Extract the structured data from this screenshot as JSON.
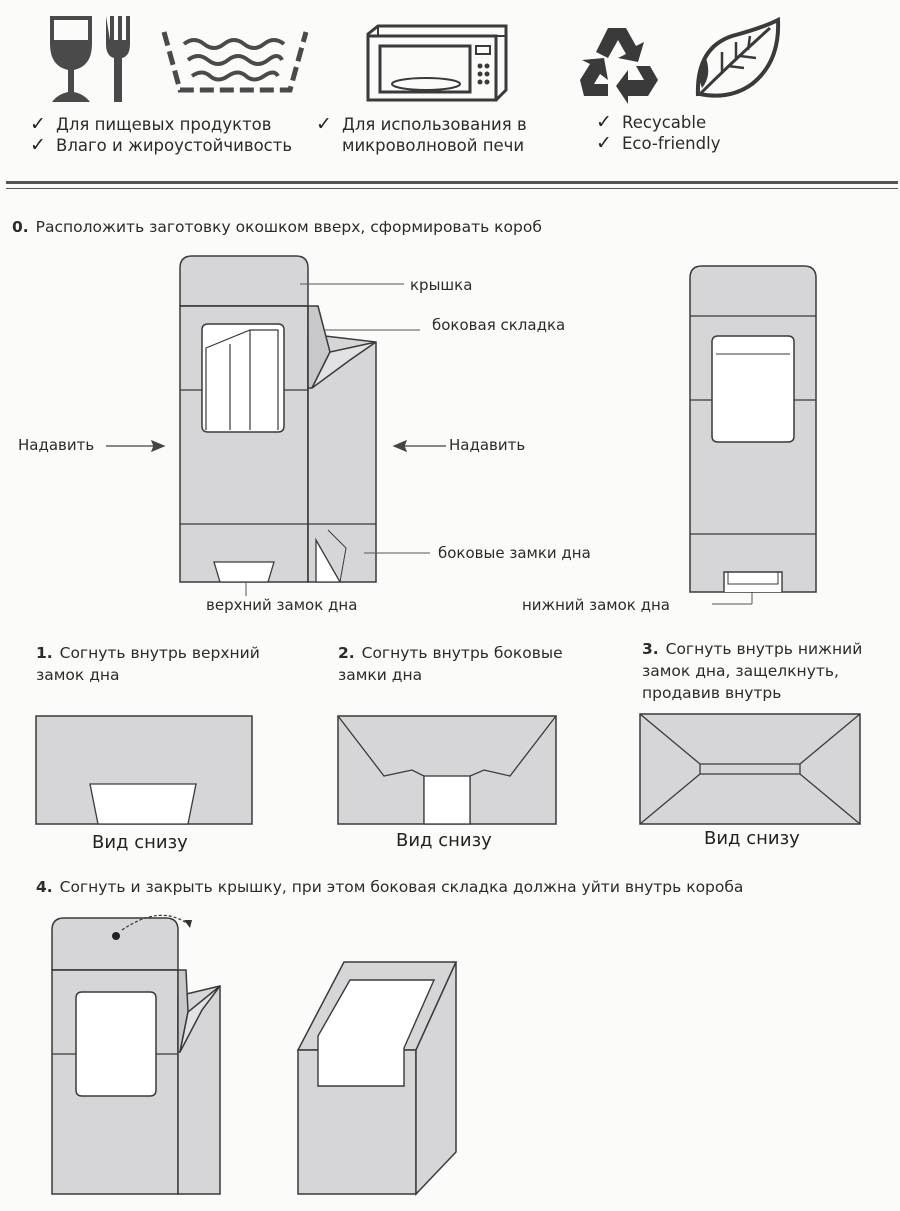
{
  "features": [
    {
      "lines": [
        "Для пищевых продуктов",
        "Влаго и жироустойчивость"
      ]
    },
    {
      "lines": [
        "Для использования в",
        "микроволновой печи"
      ]
    },
    {
      "lines": [
        "Recycable",
        "Eco-friendly"
      ]
    }
  ],
  "icons": [
    "food-safe-icon",
    "moisture-resistant-icon",
    "microwave-icon",
    "recycle-icon",
    "eco-leaf-icon"
  ],
  "steps": [
    {
      "num": "0.",
      "text": "Расположить заготовку окошком вверх, сформировать короб"
    },
    {
      "num": "1.",
      "text": "Согнуть внутрь верхний замок дна"
    },
    {
      "num": "2.",
      "text": "Согнуть внутрь боковые замки дна"
    },
    {
      "num": "3.",
      "text": "Согнуть внутрь нижний замок дна, защелкнуть, продавив внутрь"
    },
    {
      "num": "4.",
      "text": "Согнуть и закрыть крышку, при этом боковая складка должна уйти внутрь короба"
    }
  ],
  "labels": {
    "lid": "крышка",
    "side_fold": "боковая складка",
    "press_left": "Надавить",
    "press_right": "Надавить",
    "side_bottom_locks": "боковые замки дна",
    "top_bottom_lock": "верхний замок дна",
    "lower_bottom_lock": "нижний замок дна",
    "bottom_view_1": "Вид снизу",
    "bottom_view_2": "Вид снизу",
    "bottom_view_3": "Вид снизу"
  },
  "colors": {
    "panel": "#d6d6d8",
    "stroke": "#3a3a3a",
    "window": "#ffffff"
  }
}
